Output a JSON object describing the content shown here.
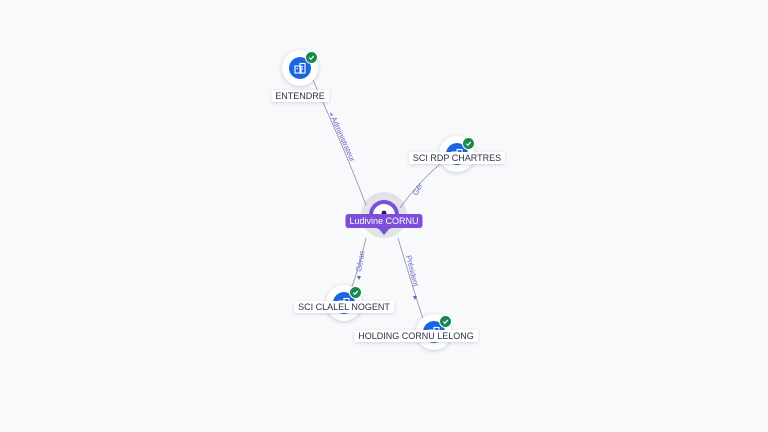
{
  "center": {
    "name": "Ludivine CORNU",
    "icon": "person-icon",
    "color": "#7b4fd8"
  },
  "companies": [
    {
      "name": "ENTENDRE",
      "icon": "building-icon",
      "verified_icon": "check-icon"
    },
    {
      "name": "SCI RDP CHARTRES",
      "icon": "building-icon",
      "verified_icon": "check-icon"
    },
    {
      "name": "SCI CLALEL NOGENT",
      "icon": "building-icon",
      "verified_icon": "check-icon"
    },
    {
      "name": "HOLDING CORNU LELONG",
      "icon": "building-icon",
      "verified_icon": "check-icon"
    }
  ],
  "relations": [
    {
      "target": "ENTENDRE",
      "role": "Administrateur"
    },
    {
      "target": "SCI RDP CHARTRES",
      "role": "Gér"
    },
    {
      "target": "SCI CLALEL NOGENT",
      "role": "Géran"
    },
    {
      "target": "HOLDING CORNU LELONG",
      "role": "Président"
    }
  ],
  "colors": {
    "company": "#1a66e0",
    "verified": "#17894b",
    "edge_label": "#6b5fc2"
  }
}
